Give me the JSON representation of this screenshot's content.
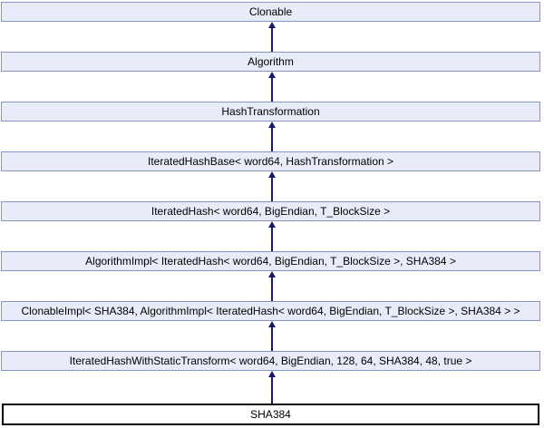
{
  "diagram": {
    "type": "class-inheritance-graph",
    "current_class": "SHA384",
    "nodes": [
      {
        "label": "Clonable",
        "current": false
      },
      {
        "label": "Algorithm",
        "current": false
      },
      {
        "label": "HashTransformation",
        "current": false
      },
      {
        "label": "IteratedHashBase< word64, HashTransformation >",
        "current": false
      },
      {
        "label": "IteratedHash< word64, BigEndian, T_BlockSize >",
        "current": false
      },
      {
        "label": "AlgorithmImpl< IteratedHash< word64, BigEndian, T_BlockSize >, SHA384 >",
        "current": false
      },
      {
        "label": "ClonableImpl< SHA384, AlgorithmImpl< IteratedHash< word64, BigEndian, T_BlockSize >, SHA384 > >",
        "current": false
      },
      {
        "label": "IteratedHashWithStaticTransform< word64, BigEndian, 128, 64, SHA384, 48, true >",
        "current": false
      },
      {
        "label": "SHA384",
        "current": true
      }
    ],
    "colors": {
      "background": "#ffffff",
      "node_fill": "#e8ecf8",
      "node_border": "#8795c5",
      "current_node_fill": "#ffffff",
      "current_node_border": "#000000",
      "arrow": "#191970"
    }
  }
}
